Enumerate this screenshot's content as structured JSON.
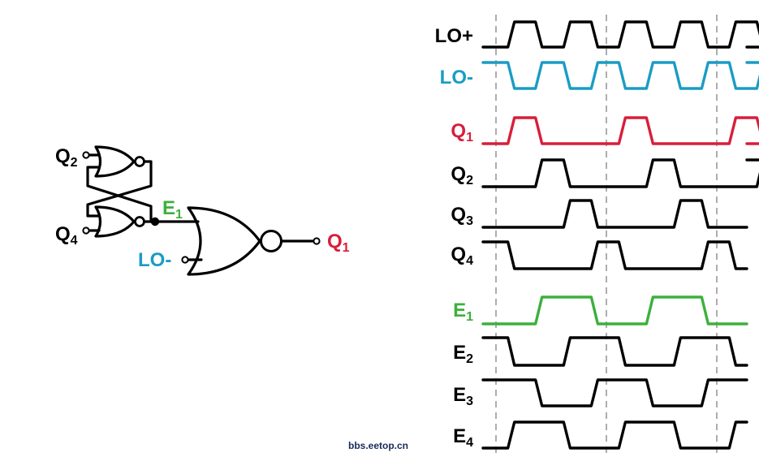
{
  "colors": {
    "black": "#000000",
    "lo_minus": "#1a9cc4",
    "q1": "#d81e3a",
    "e1": "#3cb03c",
    "grid": "#999999"
  },
  "circuit": {
    "in_q2": {
      "main": "Q",
      "sub": "2"
    },
    "in_q4": {
      "main": "Q",
      "sub": "4"
    },
    "node_e1": {
      "main": "E",
      "sub": "1"
    },
    "in_lo_minus": "LO-",
    "out_q1": {
      "main": "Q",
      "sub": "1"
    }
  },
  "timing": {
    "signals": [
      {
        "id": "lo-plus",
        "label": "LO+",
        "sub": "",
        "color": "#000000",
        "init": 0,
        "edges": [
          0.055,
          0.155,
          0.257,
          0.357,
          0.457,
          0.557,
          0.657,
          0.757,
          0.857,
          0.957
        ]
      },
      {
        "id": "lo-minus",
        "label": "LO-",
        "sub": "",
        "color": "#1a9cc4",
        "init": 1,
        "edges": [
          0.055,
          0.155,
          0.257,
          0.357,
          0.457,
          0.557,
          0.657,
          0.757,
          0.857,
          0.957
        ]
      },
      {
        "id": "q1",
        "label": "Q",
        "sub": "1",
        "color": "#d81e3a",
        "init": 0,
        "edges": [
          0.055,
          0.155,
          0.457,
          0.557,
          0.857,
          0.957
        ]
      },
      {
        "id": "q2",
        "label": "Q",
        "sub": "2",
        "color": "#000000",
        "init": 0,
        "edges": [
          0.155,
          0.257,
          0.557,
          0.657,
          0.957
        ]
      },
      {
        "id": "q3",
        "label": "Q",
        "sub": "3",
        "color": "#000000",
        "init": 0,
        "edges": [
          0.257,
          0.357,
          0.657,
          0.757
        ]
      },
      {
        "id": "q4",
        "label": "Q",
        "sub": "4",
        "color": "#000000",
        "init": 1,
        "edges": [
          0.055,
          0.357,
          0.457,
          0.757,
          0.857
        ]
      },
      {
        "id": "e1",
        "label": "E",
        "sub": "1",
        "color": "#3cb03c",
        "init": 0,
        "edges": [
          0.155,
          0.357,
          0.557,
          0.757
        ]
      },
      {
        "id": "e2",
        "label": "E",
        "sub": "2",
        "color": "#000000",
        "init": 1,
        "edges": [
          0.055,
          0.257,
          0.457,
          0.657,
          0.857
        ]
      },
      {
        "id": "e3",
        "label": "E",
        "sub": "3",
        "color": "#000000",
        "init": 1,
        "edges": [
          0.155,
          0.357,
          0.557,
          0.757
        ]
      },
      {
        "id": "e4",
        "label": "E",
        "sub": "4",
        "color": "#000000",
        "init": 0,
        "edges": [
          0.055,
          0.257,
          0.457,
          0.657,
          0.857
        ]
      }
    ],
    "dashed_markers": [
      0.0,
      0.4,
      0.8
    ]
  },
  "watermark": "bbs.eetop.cn"
}
